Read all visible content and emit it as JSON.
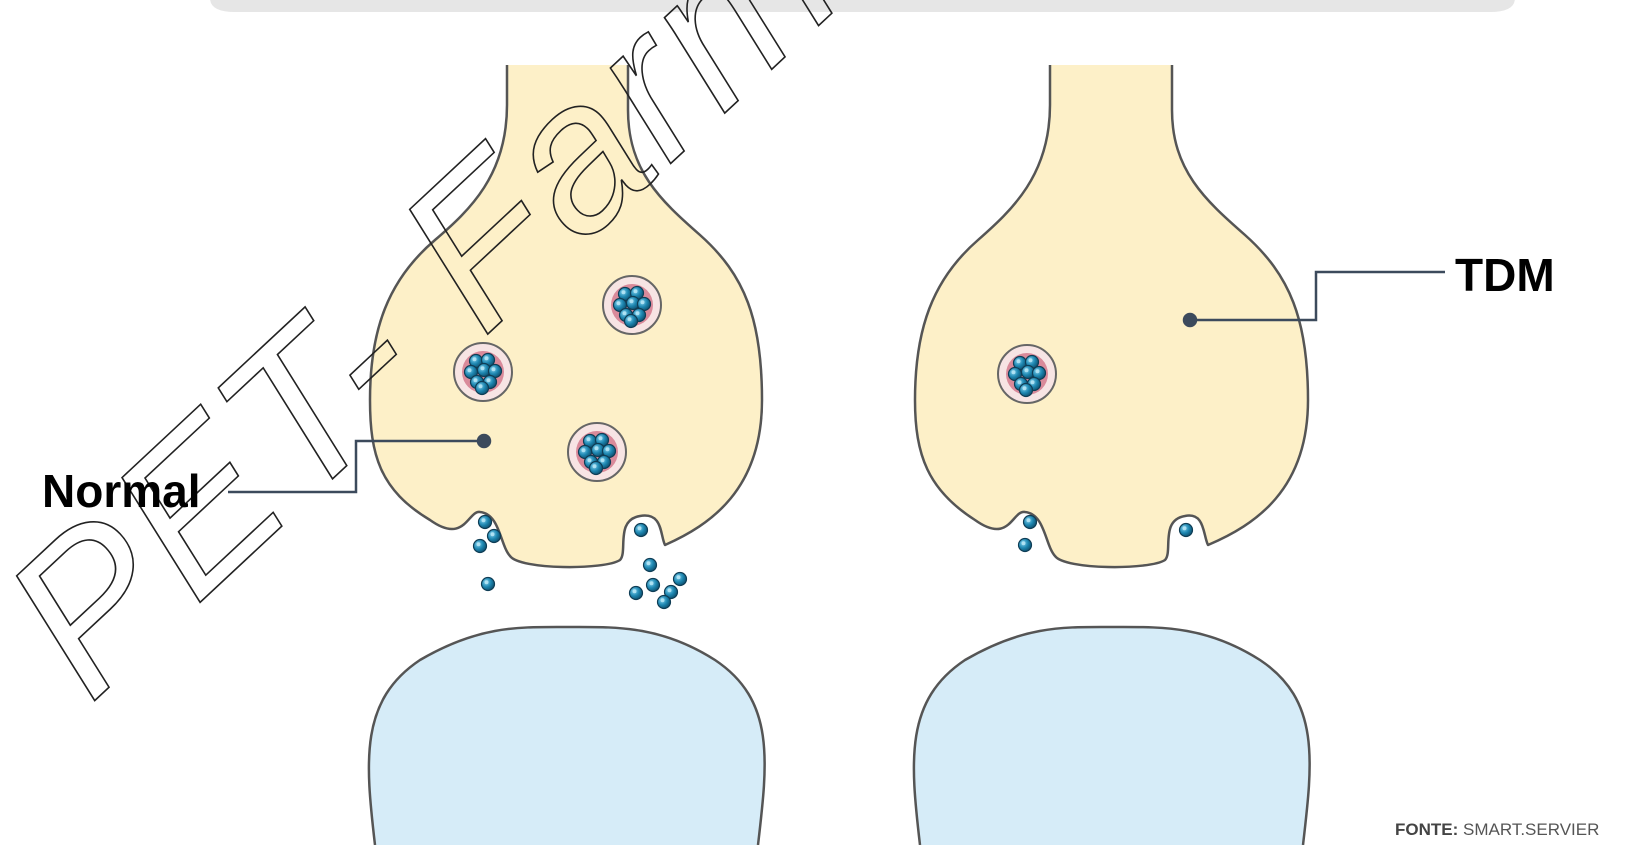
{
  "labels": {
    "normal": "Normal",
    "tdm": "TDM"
  },
  "source": {
    "prefix": "FONTE:",
    "text": "SMART.SERVIER"
  },
  "watermark": {
    "text": "PET- Farmácia"
  },
  "colors": {
    "presynaptic_fill": "#fdf0c8",
    "postsynaptic_fill": "#d6ecf8",
    "outline": "#555555",
    "vesicle_fill": "#f7dede",
    "vesicle_inner": "#d98a9a",
    "neurotransmitter": "#1d86b0",
    "leader_line": "#3c4a5c",
    "top_bar": "#e6e6e6"
  },
  "diagram": {
    "panels": [
      "normal",
      "tdm"
    ],
    "normal_vesicles_in_terminal": 3,
    "tdm_vesicles_in_terminal": 1
  }
}
